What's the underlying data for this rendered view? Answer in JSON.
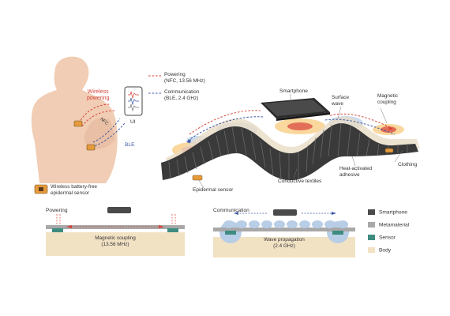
{
  "top_left": {
    "wireless_powering": "Wireless\npowering",
    "nfc": "NFC",
    "ble": "BLE",
    "ui": "UI",
    "legend_powering": "Powering\n(NFC, 13.56 MHz)",
    "legend_communication": "Communication\n(BLE, 2.4 GHz)",
    "sensor_caption": "Wireless battery-free\nepidermal sensor"
  },
  "top_right": {
    "smartphone": "Smartphone",
    "surface_wave": "Surface\nwave",
    "magnetic_coupling": "Magnetic\ncoupling",
    "clothing": "Clothing",
    "heat_activated_adhesive": "Heat-activated\nadhesive",
    "conductive_textiles": "Conductive textiles",
    "epidermal_sensor": "Epidermal sensor"
  },
  "bottom": {
    "powering_title": "Powering",
    "powering_caption": "Magnetic coupling\n(13.56 MHz)",
    "communication_title": "Communication",
    "communication_caption": "Wave propagation\n(2.4 GHz)"
  },
  "legend": [
    {
      "label": "Smartphone",
      "color": "#4a4a4a"
    },
    {
      "label": "Metamaterial",
      "color": "#a8a8a8"
    },
    {
      "label": "Sensor",
      "color": "#3e8c80"
    },
    {
      "label": "Body",
      "color": "#f2e2c4"
    }
  ],
  "colors": {
    "skin": "#f0cdb4",
    "powering": "#d8423a",
    "communication": "#3d57a6",
    "textile": "#3a3a3a",
    "sensor_orange": "#e59a3c"
  }
}
